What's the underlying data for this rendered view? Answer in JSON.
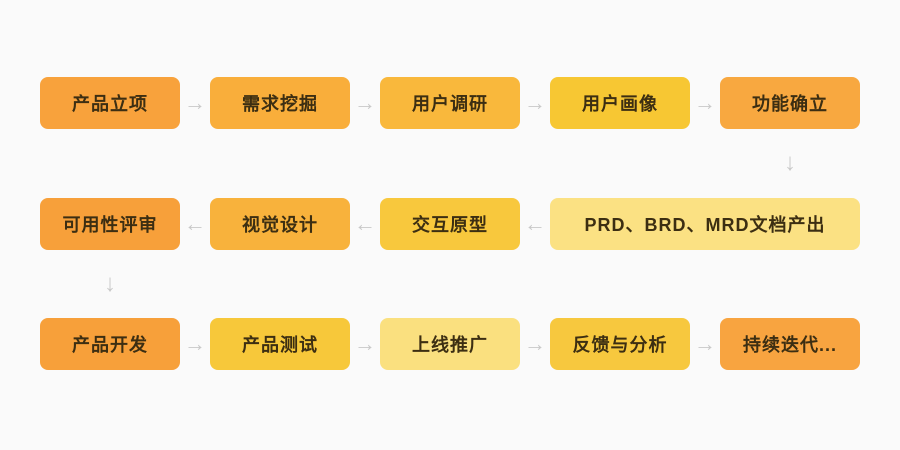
{
  "canvas": {
    "background": "#FAFAFA"
  },
  "arrows": {
    "right": "→",
    "left": "←",
    "down": "↓",
    "color": "#C9C9C9"
  },
  "rows": [
    {
      "nodes": [
        {
          "label": "产品立项",
          "bg": "#F8A23C"
        },
        {
          "label": "需求挖掘",
          "bg": "#F9AE3B"
        },
        {
          "label": "用户调研",
          "bg": "#F9B83C"
        },
        {
          "label": "用户画像",
          "bg": "#F7C733"
        },
        {
          "label": "功能确立",
          "bg": "#F8A840"
        }
      ]
    },
    {
      "nodes": [
        {
          "label": "可用性评审",
          "bg": "#F7A03A"
        },
        {
          "label": "视觉设计",
          "bg": "#F8B23C"
        },
        {
          "label": "交互原型",
          "bg": "#F8C83D"
        },
        {
          "label": "PRD、BRD、MRD文档产出",
          "bg": "#FBE183"
        }
      ]
    },
    {
      "nodes": [
        {
          "label": "产品开发",
          "bg": "#F7A03A"
        },
        {
          "label": "产品测试",
          "bg": "#F7C83A"
        },
        {
          "label": "上线推广",
          "bg": "#FAE07F"
        },
        {
          "label": "反馈与分析",
          "bg": "#F7C83E"
        },
        {
          "label": "持续迭代...",
          "bg": "#F8A440"
        }
      ]
    }
  ]
}
